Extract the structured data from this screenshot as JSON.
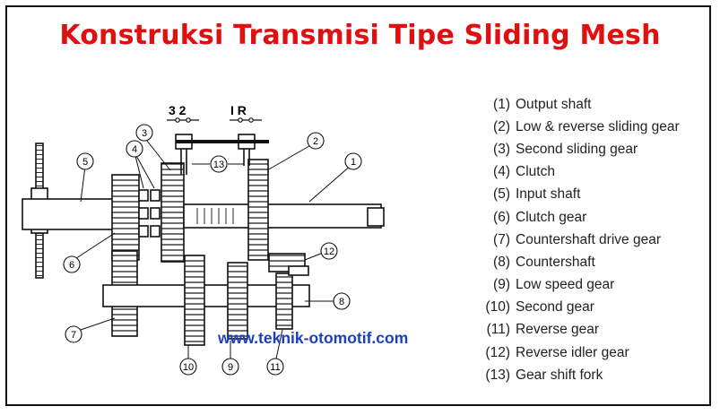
{
  "title": "Konstruksi Transmisi Tipe Sliding Mesh",
  "watermark": "www.teknik-otomotif.com",
  "shift_labels": {
    "left_pair": "3  2",
    "right_pair": "I    R"
  },
  "callouts": [
    "1",
    "2",
    "3",
    "4",
    "5",
    "6",
    "7",
    "8",
    "9",
    "10",
    "11",
    "12",
    "13"
  ],
  "legend": [
    {
      "num": "(1)",
      "text": "Output shaft"
    },
    {
      "num": "(2)",
      "text": "Low & reverse sliding gear"
    },
    {
      "num": "(3)",
      "text": "Second sliding gear"
    },
    {
      "num": "(4)",
      "text": "Clutch"
    },
    {
      "num": "(5)",
      "text": "Input shaft"
    },
    {
      "num": "(6)",
      "text": "Clutch gear"
    },
    {
      "num": "(7)",
      "text": "Countershaft drive gear"
    },
    {
      "num": "(8)",
      "text": "Countershaft"
    },
    {
      "num": "(9)",
      "text": "Low speed gear"
    },
    {
      "num": "(10)",
      "text": "Second gear"
    },
    {
      "num": "(11)",
      "text": "Reverse gear"
    },
    {
      "num": "(12)",
      "text": "Reverse idler gear"
    },
    {
      "num": "(13)",
      "text": "Gear shift fork"
    }
  ],
  "colors": {
    "title": "#e01010",
    "watermark": "#1c3fbf",
    "line": "#111111"
  }
}
